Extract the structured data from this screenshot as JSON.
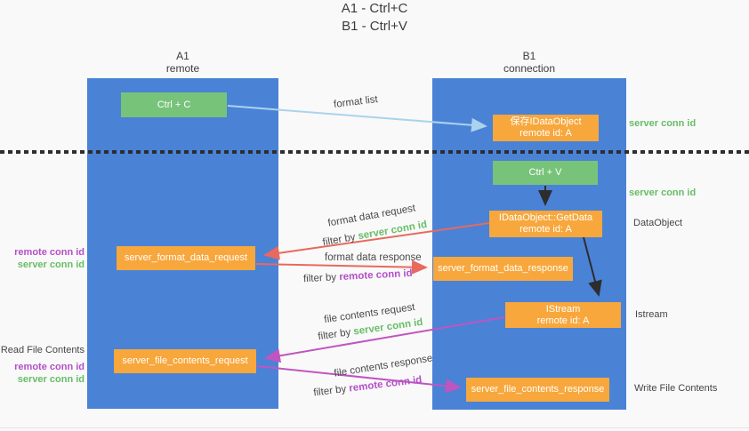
{
  "title": {
    "lines": [
      "A1 - Ctrl+C",
      "B1 - Ctrl+V"
    ]
  },
  "lanes": {
    "a1": {
      "name": "A1",
      "sub": "remote"
    },
    "b1": {
      "name": "B1",
      "sub": "connection"
    }
  },
  "boxes": {
    "ctrl_c": {
      "label": "Ctrl + C"
    },
    "ctrl_v": {
      "label": "Ctrl + V"
    },
    "save_idataobject": {
      "line1": "保存IDataObject",
      "line2": "remote id: A"
    },
    "getdata": {
      "line1": "IDataObject::GetData",
      "line2": "remote id: A"
    },
    "istream": {
      "line1": "IStream",
      "line2": "remote id: A"
    },
    "format_request": {
      "label": "server_format_data_request"
    },
    "format_response": {
      "label": "server_format_data_response"
    },
    "file_request": {
      "label": "server_file_contents_request"
    },
    "file_response": {
      "label": "server_file_contents_response"
    }
  },
  "side_labels": {
    "server_conn_right_top": "server conn id",
    "server_conn_right_mid": "server conn id",
    "dataobject": "DataObject",
    "istream": "Istream",
    "write_file": "Write File Contents",
    "read_file": "Read File Contents",
    "remote_conn_left_top": "remote conn id",
    "server_conn_left_top": "server conn id",
    "remote_conn_left_bottom": "remote conn id",
    "server_conn_left_bottom": "server conn id"
  },
  "flow_labels": {
    "format_list": "format list",
    "format_data_request": "format data request",
    "filter_req1_prefix": "filter by ",
    "filter_req1_value": "server conn id",
    "format_data_response": "format data response",
    "filter_resp1_prefix": "filter by ",
    "filter_resp1_value": "remote conn id",
    "file_contents_request": "file contents request",
    "filter_req2_prefix": "filter by ",
    "filter_req2_value": "server conn id",
    "file_contents_response": "file contents response",
    "filter_resp2_prefix": "filter by ",
    "filter_resp2_value": "remote conn id"
  },
  "colors": {
    "lane_blue": "#4a82d6",
    "box_green": "#77c37a",
    "box_orange": "#f7a73c",
    "arrow_light_blue": "#abd3ee",
    "arrow_red": "#e8695e",
    "arrow_magenta": "#c055c0",
    "arrow_black": "#2d2d2d",
    "text_green": "#67bd67",
    "text_purple": "#b44fc8"
  }
}
